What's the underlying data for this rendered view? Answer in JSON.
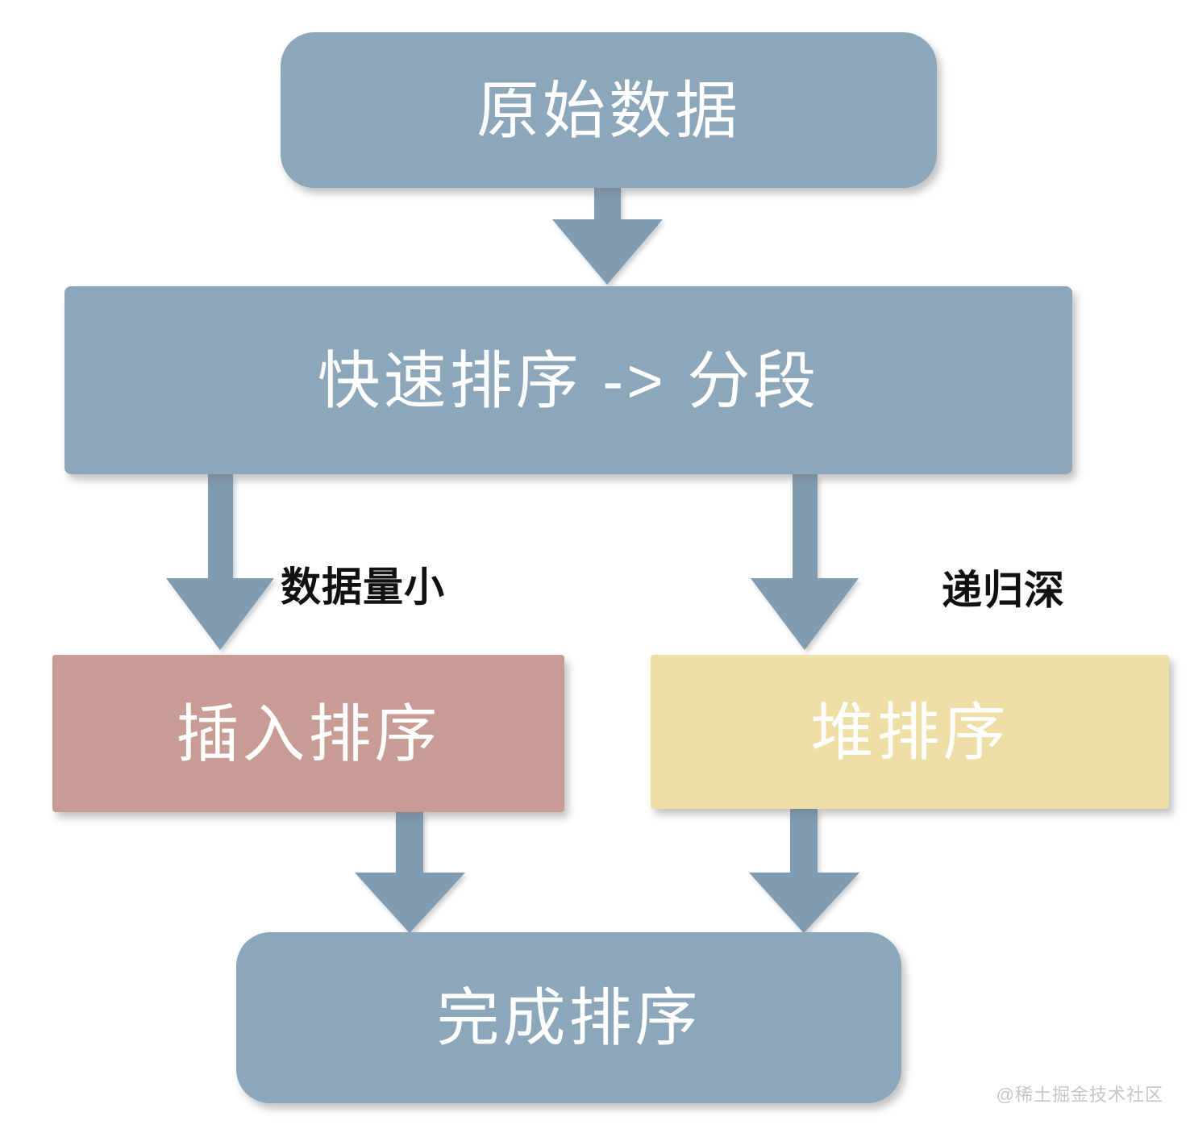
{
  "diagram": {
    "title_context": "introsort-flowchart",
    "nodes": {
      "source": {
        "label": "原始数据",
        "fill": "#8ca6ba"
      },
      "quicksort": {
        "label": "快速排序 -> 分段",
        "fill": "#8ca6ba"
      },
      "insertion": {
        "label": "插入排序",
        "fill": "#c89c94"
      },
      "heapsort": {
        "label": "堆排序",
        "fill": "#eedfa6"
      },
      "done": {
        "label": "完成排序",
        "fill": "#8ca6ba"
      }
    },
    "edges": {
      "source_to_quicksort": {
        "label": ""
      },
      "quicksort_to_insertion": {
        "label": "数据量小"
      },
      "quicksort_to_heapsort": {
        "label": "递归深"
      },
      "insertion_to_done": {
        "label": ""
      },
      "heapsort_to_done": {
        "label": ""
      }
    },
    "colors": {
      "arrow": "#7f9cb3",
      "box_blue": "#8ca6ba",
      "box_pink": "#c89c94",
      "box_yellow": "#eedfa6",
      "node_text": "#ffffff",
      "edge_label_text": "#111111",
      "watermark_text": "#c6c6c6",
      "background": "#ffffff"
    },
    "watermark": "@稀土掘金技术社区"
  }
}
